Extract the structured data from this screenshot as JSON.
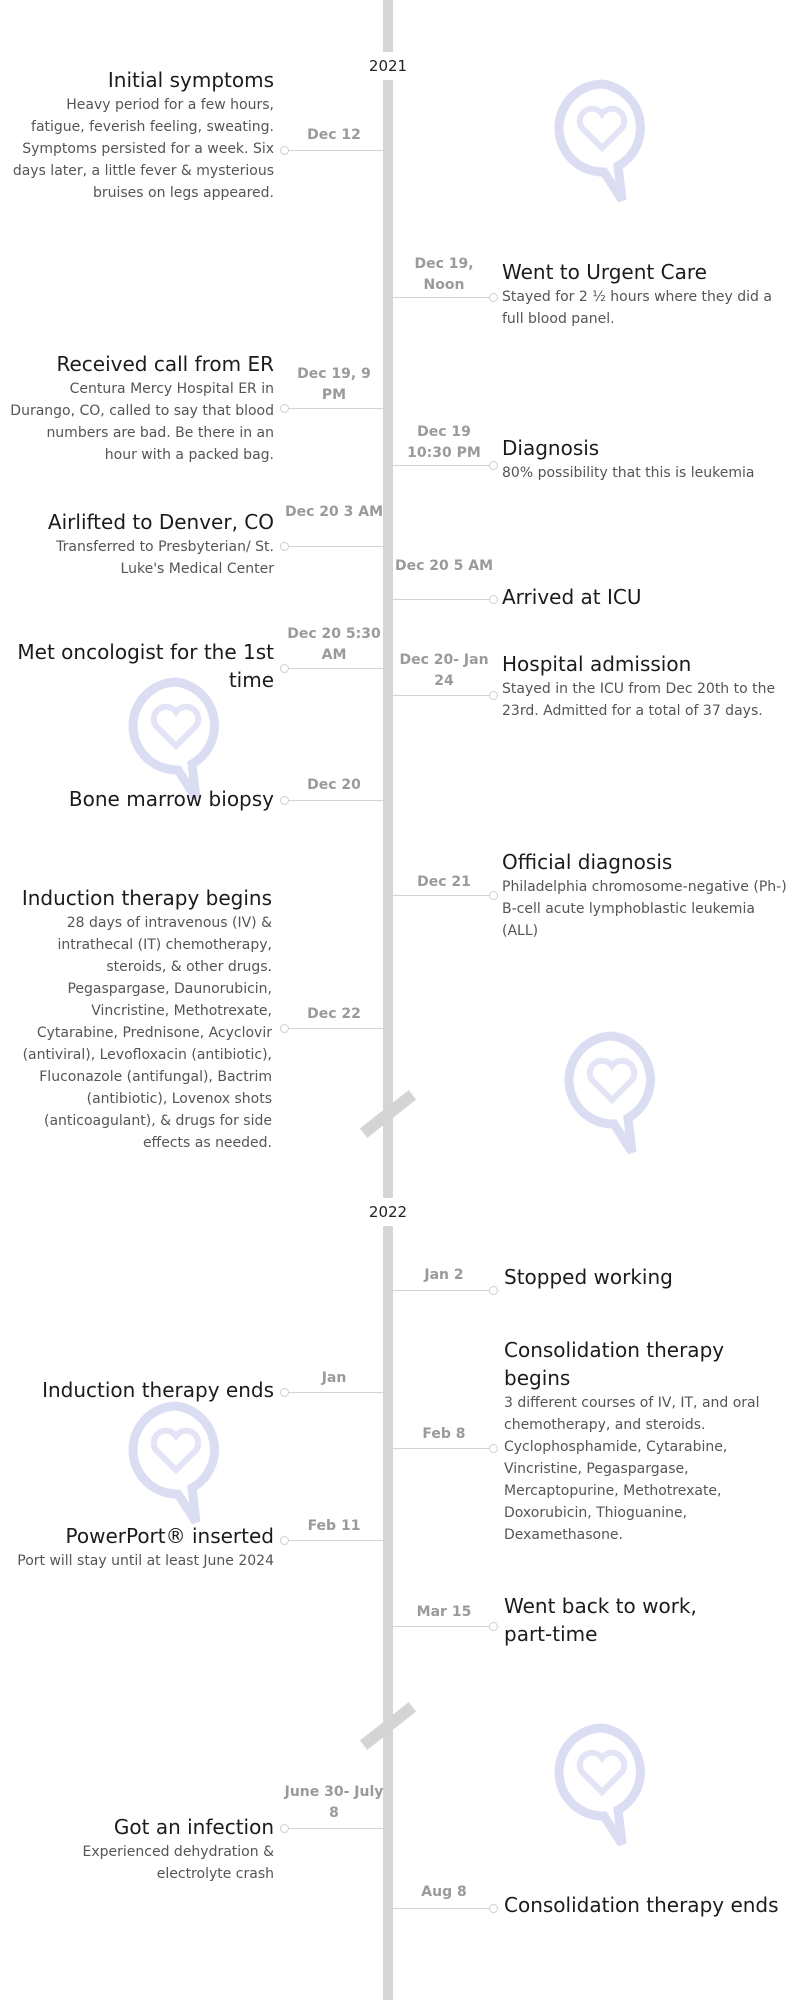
{
  "years": [
    "2021",
    "2022"
  ],
  "events": [
    {
      "side": "left",
      "date": "Dec 12",
      "title": "Initial symptoms",
      "description": "Heavy period for a few hours, fatigue, feverish feeling, sweating. Symptoms persisted for a week. Six days later, a little fever & mysterious bruises on legs appeared."
    },
    {
      "side": "right",
      "date": "Dec 19, Noon",
      "title": "Went to Urgent Care",
      "description": "Stayed for 2 ½ hours where they did a full blood panel."
    },
    {
      "side": "left",
      "date": "Dec 19, 9 PM",
      "title": "Received call from ER",
      "description": "Centura Mercy Hospital ER in Durango, CO, called to say that blood numbers are bad. Be there in an hour with a packed bag."
    },
    {
      "side": "right",
      "date": "Dec 19 10:30 PM",
      "title": "Diagnosis",
      "description": "80% possibility that this is leukemia"
    },
    {
      "side": "left",
      "date": "Dec 20 3 AM",
      "title": "Airlifted to Denver, CO",
      "description": "Transferred to Presbyterian/ St. Luke's Medical Center"
    },
    {
      "side": "right",
      "date": "Dec 20 5 AM",
      "title": "Arrived at ICU",
      "description": ""
    },
    {
      "side": "left",
      "date": "Dec 20 5:30 AM",
      "title": "Met oncologist for the 1st time",
      "description": ""
    },
    {
      "side": "right",
      "date": "Dec 20- Jan 24",
      "title": "Hospital admission",
      "description": "Stayed in the ICU from Dec 20th to the 23rd. Admitted for a total of 37 days."
    },
    {
      "side": "left",
      "date": "Dec 20",
      "title": "Bone marrow biopsy",
      "description": ""
    },
    {
      "side": "right",
      "date": "Dec 21",
      "title": "Official diagnosis",
      "description": "Philadelphia chromosome-negative (Ph-) B-cell acute lymphoblastic leukemia (ALL)"
    },
    {
      "side": "left",
      "date": "Dec 22",
      "title": "Induction therapy begins",
      "description": "28 days of intravenous (IV) & intrathecal (IT) chemotherapy, steroids, & other drugs. Pegaspargase, Daunorubicin, Vincristine, Methotrexate, Cytarabine, Prednisone, Acyclovir (antiviral), Levofloxacin (antibiotic), Fluconazole (antifungal), Bactrim (antibiotic), Lovenox shots (anticoagulant), & drugs for side effects as needed."
    },
    {
      "side": "right",
      "date": "Jan 2",
      "title": "Stopped working",
      "description": ""
    },
    {
      "side": "left",
      "date": "Jan",
      "title": "Induction therapy ends",
      "description": ""
    },
    {
      "side": "right",
      "date": "Feb 8",
      "title": "Consolidation therapy begins",
      "description": "3 different courses of IV, IT, and oral chemotherapy, and steroids. Cyclophosphamide, Cytarabine, Vincristine, Pegaspargase, Mercaptopurine, Methotrexate, Doxorubicin, Thioguanine, Dexamethasone."
    },
    {
      "side": "left",
      "date": "Feb 11",
      "title": "PowerPort® inserted",
      "description": "Port will stay until at least June 2024"
    },
    {
      "side": "right",
      "date": "Mar 15",
      "title": "Went back to work, part-time",
      "description": ""
    },
    {
      "side": "left",
      "date": "June 30- July 8",
      "title": "Got an infection",
      "description": "Experienced dehydration & electrolyte crash"
    },
    {
      "side": "right",
      "date": "Aug 8",
      "title": "Consolidation therapy ends",
      "description": ""
    }
  ],
  "logo": {
    "icon": "heart-speech-bubble-icon",
    "color": "#b5b9e6"
  }
}
